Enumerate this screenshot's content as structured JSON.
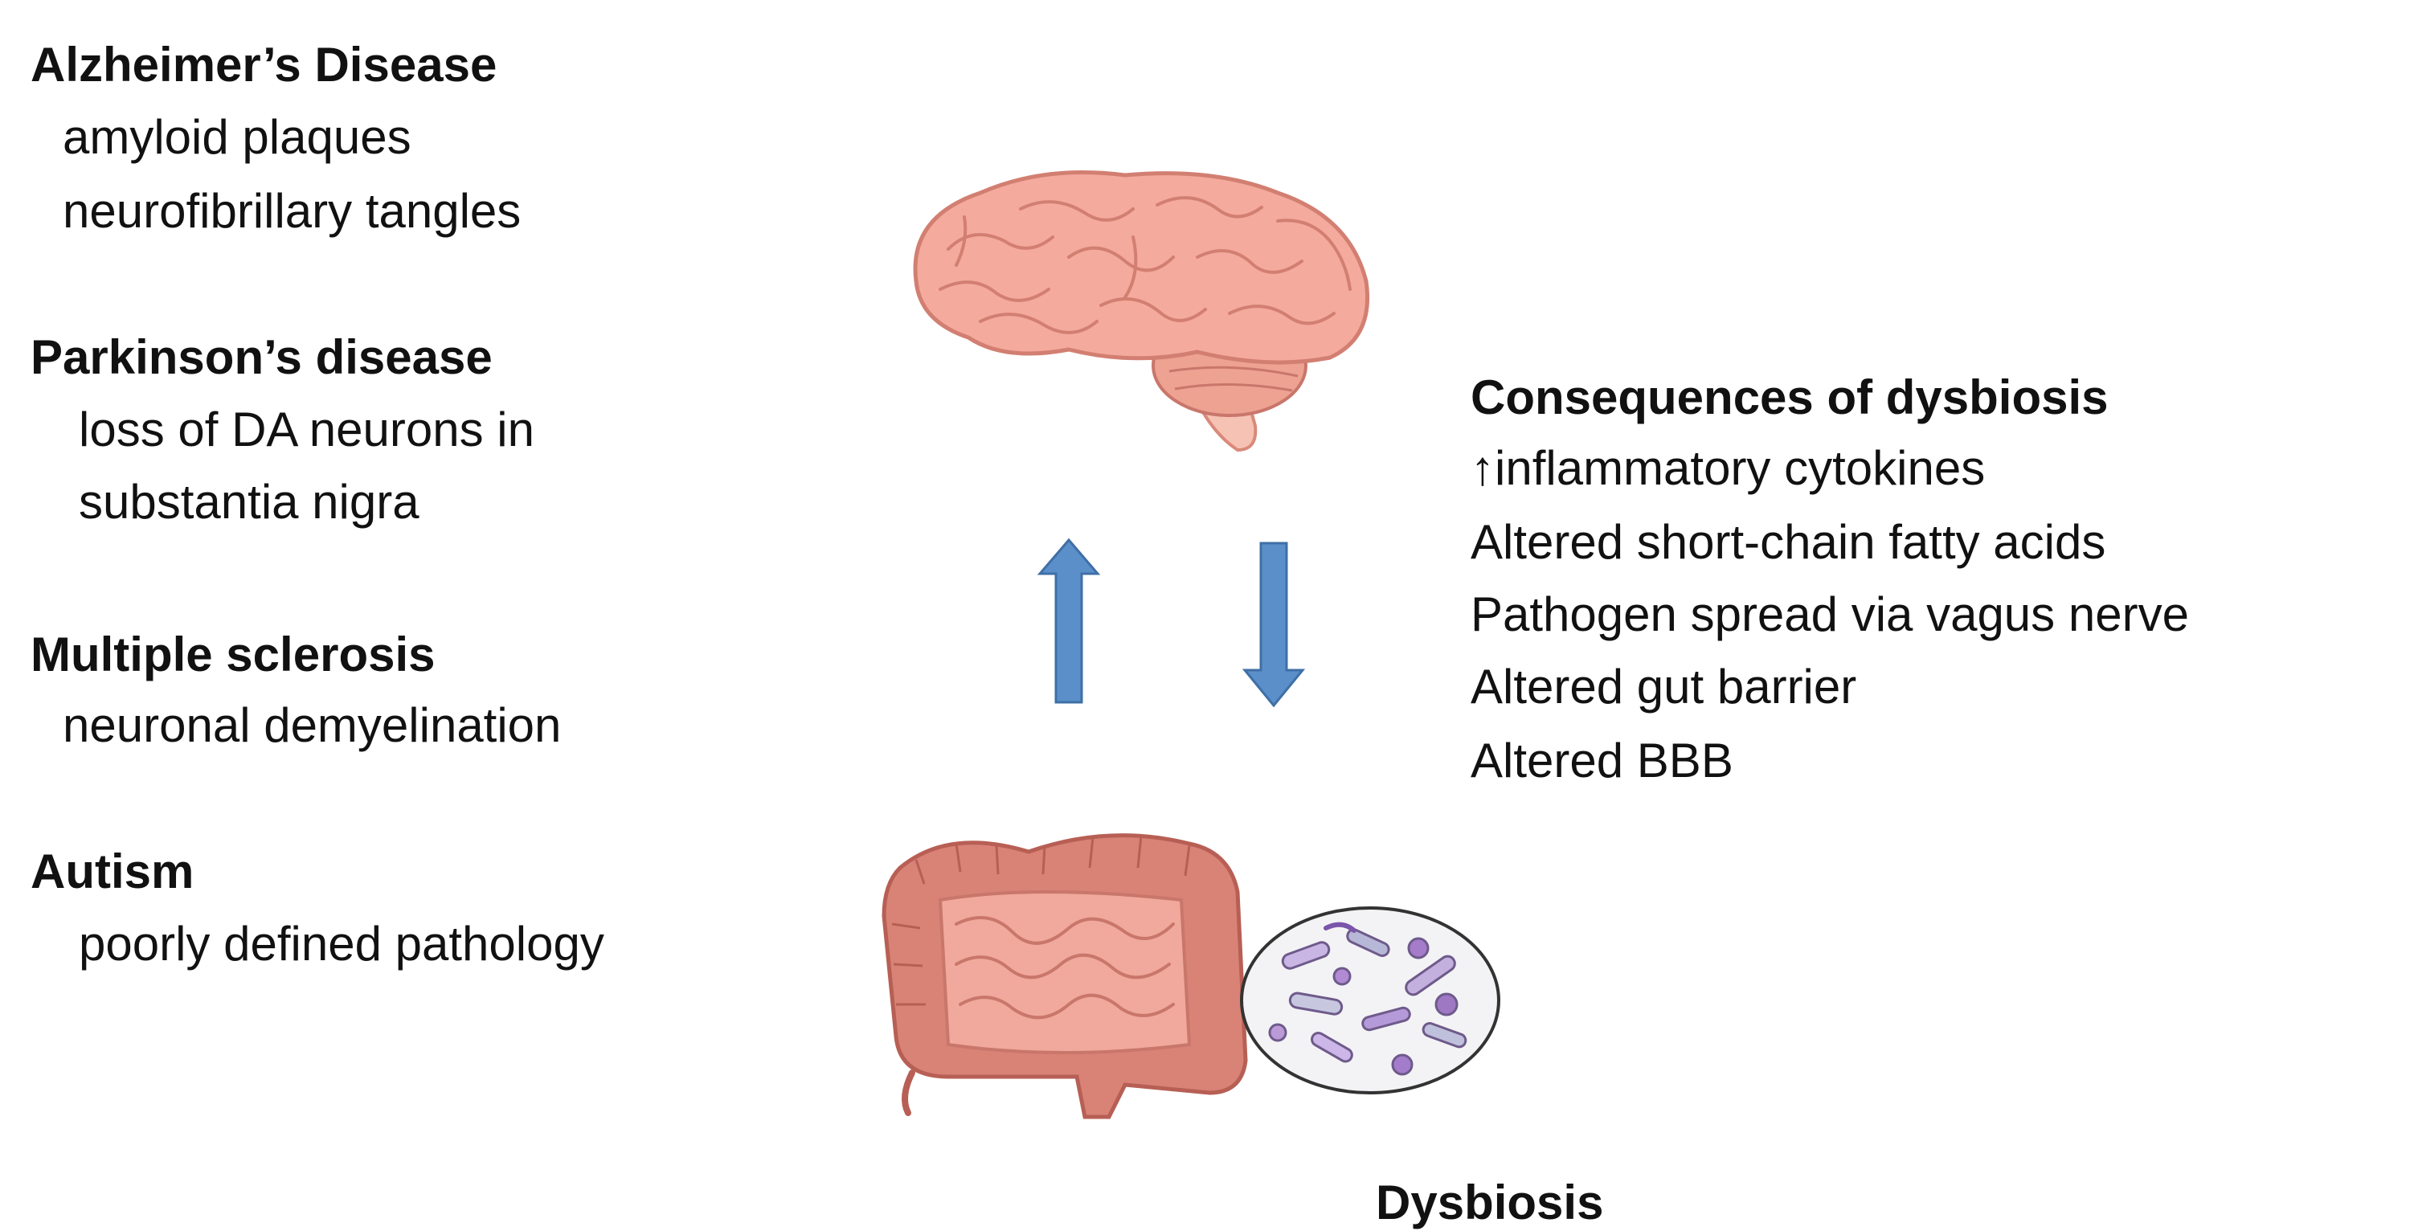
{
  "diseases": [
    {
      "title": "Alzheimer’s Disease",
      "lines": [
        "amyloid plaques",
        "neurofibrillary tangles"
      ]
    },
    {
      "title": "Parkinson’s disease",
      "lines": [
        "loss of DA neurons in",
        "substantia nigra"
      ]
    },
    {
      "title": "Multiple sclerosis",
      "lines": [
        "neuronal demyelination"
      ]
    },
    {
      "title": "Autism",
      "lines": [
        "poorly defined pathology"
      ]
    }
  ],
  "consequences": {
    "title": "Consequences of dysbiosis",
    "items": [
      "↑inflammatory cytokines",
      "Altered short-chain fatty acids",
      "Pathogen spread via vagus nerve",
      "Altered gut barrier",
      "Altered BBB"
    ]
  },
  "gut_label": "Dysbiosis",
  "colors": {
    "arrow": "#5b8fc9",
    "arrow_edge": "#3f6fa6",
    "brain": "#f0a59a",
    "gut": "#d97f74",
    "microbe_circle": "#f3f3f6"
  },
  "icons": [
    "brain-illustration",
    "intestine-illustration",
    "microbe-circle",
    "up-arrow-icon",
    "down-arrow-icon"
  ]
}
